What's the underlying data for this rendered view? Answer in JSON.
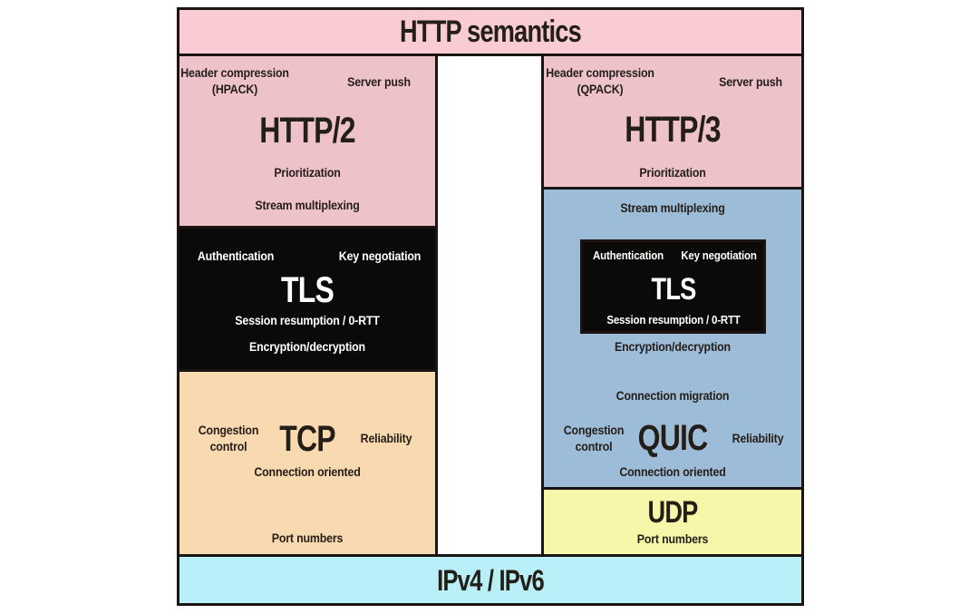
{
  "colors": {
    "border": "#1a1512",
    "banner_bg": "#f8ccd2",
    "pink_bg": "#eec2c9",
    "black_bg": "#0b0a08",
    "peach_bg": "#f9d9b0",
    "blue_bg": "#9dbcd8",
    "yellow_bg": "#f6f7a9",
    "cyan_bg": "#b9f0f8",
    "text_dark": "#241e19",
    "text_light": "#ffffff"
  },
  "banner": {
    "title": "HTTP semantics"
  },
  "left_stack": {
    "http2": {
      "title": "HTTP/2",
      "header_compression": [
        "Header compression",
        "(HPACK)"
      ],
      "server_push": "Server push",
      "prioritization": "Prioritization",
      "stream_multiplexing": "Stream multiplexing"
    },
    "tls": {
      "title": "TLS",
      "authentication": "Authentication",
      "key_negotiation": "Key negotiation",
      "session_resumption": "Session resumption / 0-RTT",
      "encryption": "Encryption/decryption"
    },
    "tcp": {
      "title": "TCP",
      "congestion_control": [
        "Congestion",
        "control"
      ],
      "reliability": "Reliability",
      "connection_oriented": "Connection oriented",
      "port_numbers": "Port numbers"
    }
  },
  "right_stack": {
    "http3": {
      "title": "HTTP/3",
      "header_compression": [
        "Header compression",
        "(QPACK)"
      ],
      "server_push": "Server push",
      "prioritization": "Prioritization"
    },
    "quic": {
      "title": "QUIC",
      "stream_multiplexing": "Stream multiplexing",
      "tls": {
        "title": "TLS",
        "authentication": "Authentication",
        "key_negotiation": "Key negotiation",
        "session_resumption": "Session resumption / 0-RTT"
      },
      "encryption": "Encryption/decryption",
      "connection_migration": "Connection migration",
      "congestion_control": [
        "Congestion",
        "control"
      ],
      "reliability": "Reliability",
      "connection_oriented": "Connection oriented"
    },
    "udp": {
      "title": "UDP",
      "port_numbers": "Port numbers"
    }
  },
  "footer": {
    "title": "IPv4 / IPv6"
  }
}
